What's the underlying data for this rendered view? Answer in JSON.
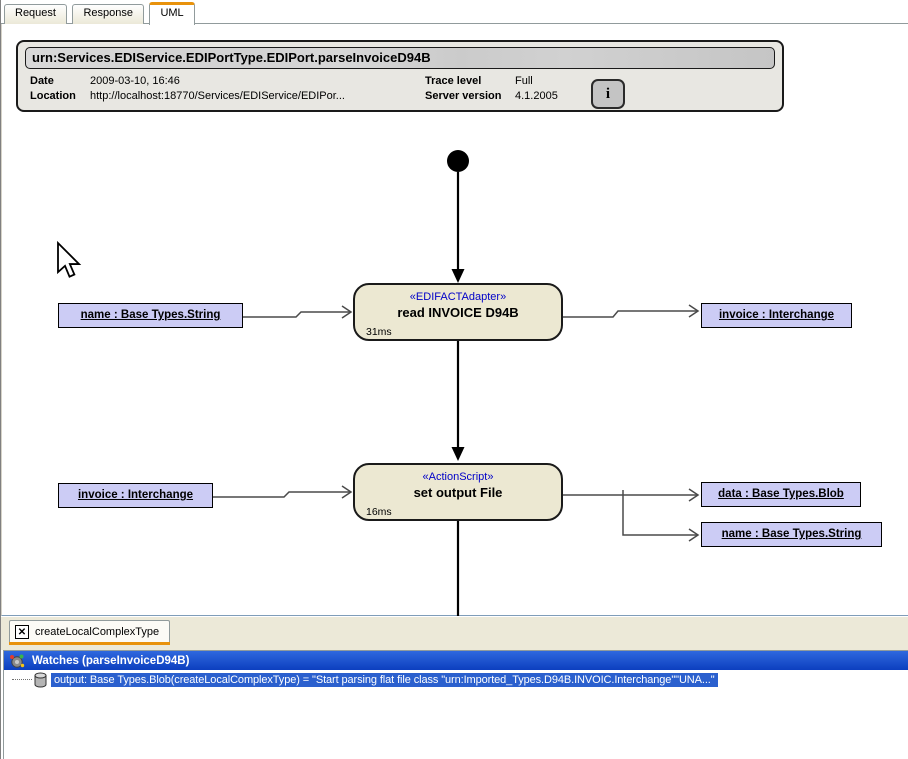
{
  "top_tabs": {
    "items": [
      {
        "label": "Request"
      },
      {
        "label": "Response"
      },
      {
        "label": "UML"
      }
    ],
    "active": "UML"
  },
  "trace_header": {
    "title": "urn:Services.EDIService.EDIPortType.EDIPort.parseInvoiceD94B",
    "date_label": "Date",
    "date_value": "2009-03-10, 16:46",
    "location_label": "Location",
    "location_value": "http://localhost:18770/Services/EDIService/EDIPor...",
    "trace_level_label": "Trace level",
    "trace_level_value": "Full",
    "server_version_label": "Server version",
    "server_version_value": "4.1.2005",
    "info_button_label": "i"
  },
  "uml": {
    "activity1": {
      "stereotype": "«EDIFACTAdapter»",
      "name": "read INVOICE D94B",
      "duration": "31ms"
    },
    "activity2": {
      "stereotype": "«ActionScript»",
      "name": "set output File",
      "duration": "16ms"
    },
    "param_left1": "name : Base Types.String",
    "param_right1": "invoice : Interchange",
    "param_left2": "invoice : Interchange",
    "param_right2a": "data : Base Types.Blob",
    "param_right2b": "name : Base Types.String"
  },
  "bottom_tab": {
    "label": "createLocalComplexType",
    "close_glyph": "✕"
  },
  "watches": {
    "title": "Watches (parseInvoiceD94B)",
    "entry": "output: Base Types.Blob(createLocalComplexType) = \"Start parsing flat file class \"urn:Imported_Types.D94B.INVOIC.Interchange\"\"UNA...\""
  },
  "colors": {
    "accent_orange": "#E8920C",
    "activity_fill": "#ECE8D2",
    "param_fill": "#CCCCF5",
    "stereotype_blue": "#0000C8",
    "selection_blue": "#2B60CE",
    "watch_header_blue": "#0C3FBF"
  }
}
